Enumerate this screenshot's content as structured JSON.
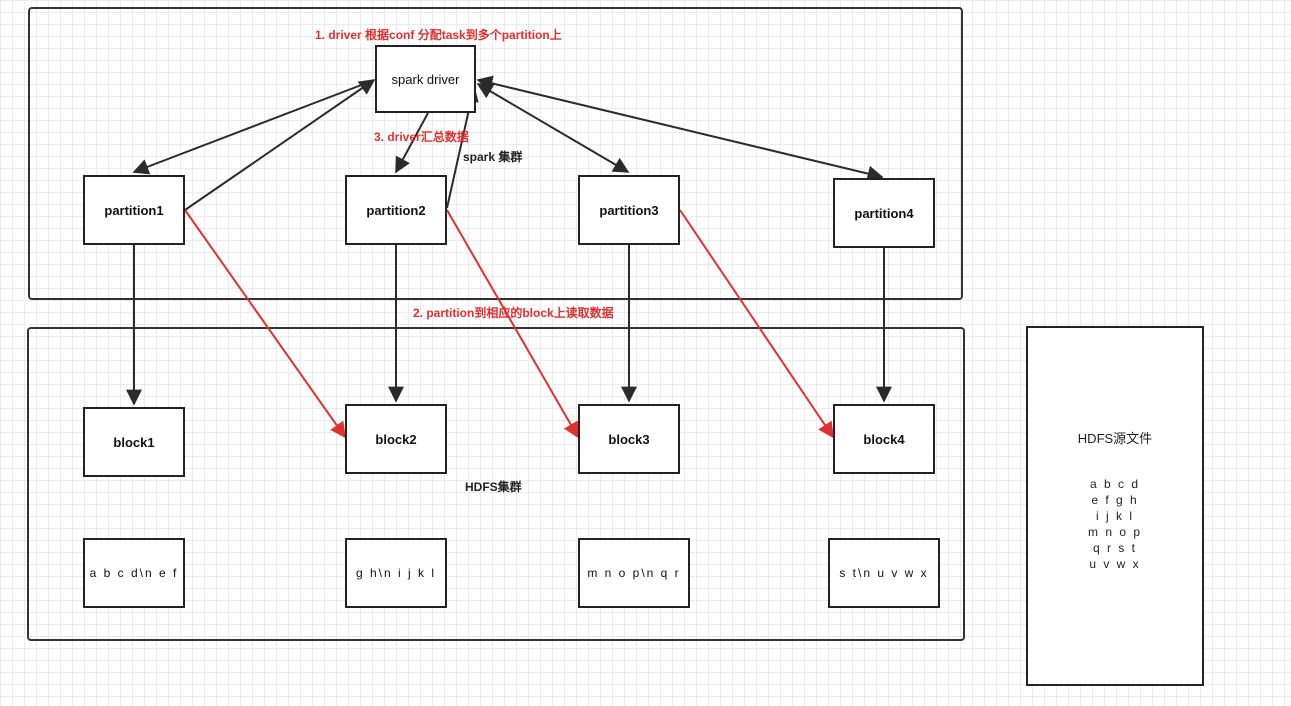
{
  "colors": {
    "arrow_dark": "#2b2b2b",
    "arrow_red": "#e03131",
    "annotation_red": "#e03131"
  },
  "spark_cluster": {
    "label": "spark 集群"
  },
  "hdfs_cluster": {
    "label": "HDFS集群"
  },
  "driver": {
    "label": "spark driver"
  },
  "partitions": [
    "partition1",
    "partition2",
    "partition3",
    "partition4"
  ],
  "blocks": [
    "block1",
    "block2",
    "block3",
    "block4"
  ],
  "chunks": [
    "a b c d\\n e f",
    "g h\\n i j k l",
    "m n o p\\n q r",
    "s t\\n u v w x"
  ],
  "annotations": {
    "step1": "1. driver 根据conf 分配task到多个partition上",
    "step2": "2. partition到相应的block上读取数据",
    "step3": "3. driver汇总数据"
  },
  "source_file": {
    "title": "HDFS源文件",
    "lines": [
      "a b c d",
      "e f g h",
      "i j k l",
      "m n o p",
      "q r s t",
      "u v w x"
    ]
  }
}
